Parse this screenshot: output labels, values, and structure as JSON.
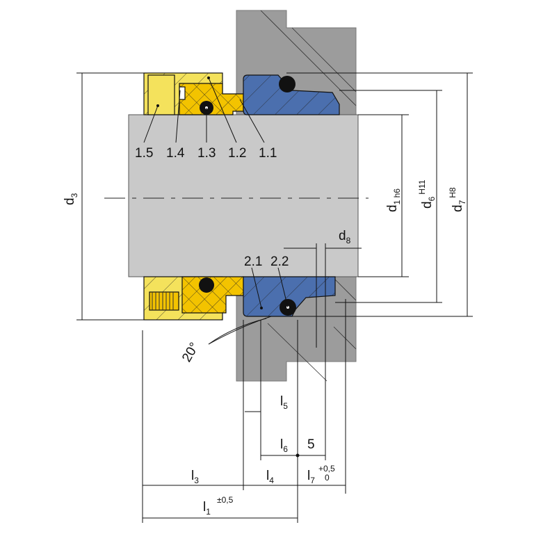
{
  "title": "Mechanical seal dimensional drawing",
  "parts_top": [
    "1.5",
    "1.4",
    "1.3",
    "1.2",
    "1.1"
  ],
  "parts_bottom": [
    "2.1",
    "2.2"
  ],
  "angle": "20°",
  "dimensions": {
    "d3": {
      "main": "d",
      "sub": "3"
    },
    "d1": {
      "main": "d",
      "sub": "1 h6"
    },
    "d6": {
      "main": "d",
      "sub": "6",
      "sup": "H11"
    },
    "d7": {
      "main": "d",
      "sub": "7",
      "sup": "H8"
    },
    "d8": {
      "main": "d",
      "sub": "8"
    },
    "l5": {
      "main": "l",
      "sub": "5"
    },
    "l6": {
      "main": "l",
      "sub": "6"
    },
    "five": "5",
    "l3": {
      "main": "l",
      "sub": "3"
    },
    "l4": {
      "main": "l",
      "sub": "4"
    },
    "l7": {
      "main": "l",
      "sub": "7",
      "tol_upper": "+0,5",
      "tol_lower": "0"
    },
    "l1": {
      "main": "l",
      "sub": "1",
      "tol": "±0,5"
    }
  },
  "colors": {
    "housing": "#9c9c9c",
    "shaft": "#c9c9c9",
    "head_yellow": "#f4e25c",
    "driver_yellow": "#f3c300",
    "seat_blue": "#4b6fae",
    "oring": "#111111"
  }
}
